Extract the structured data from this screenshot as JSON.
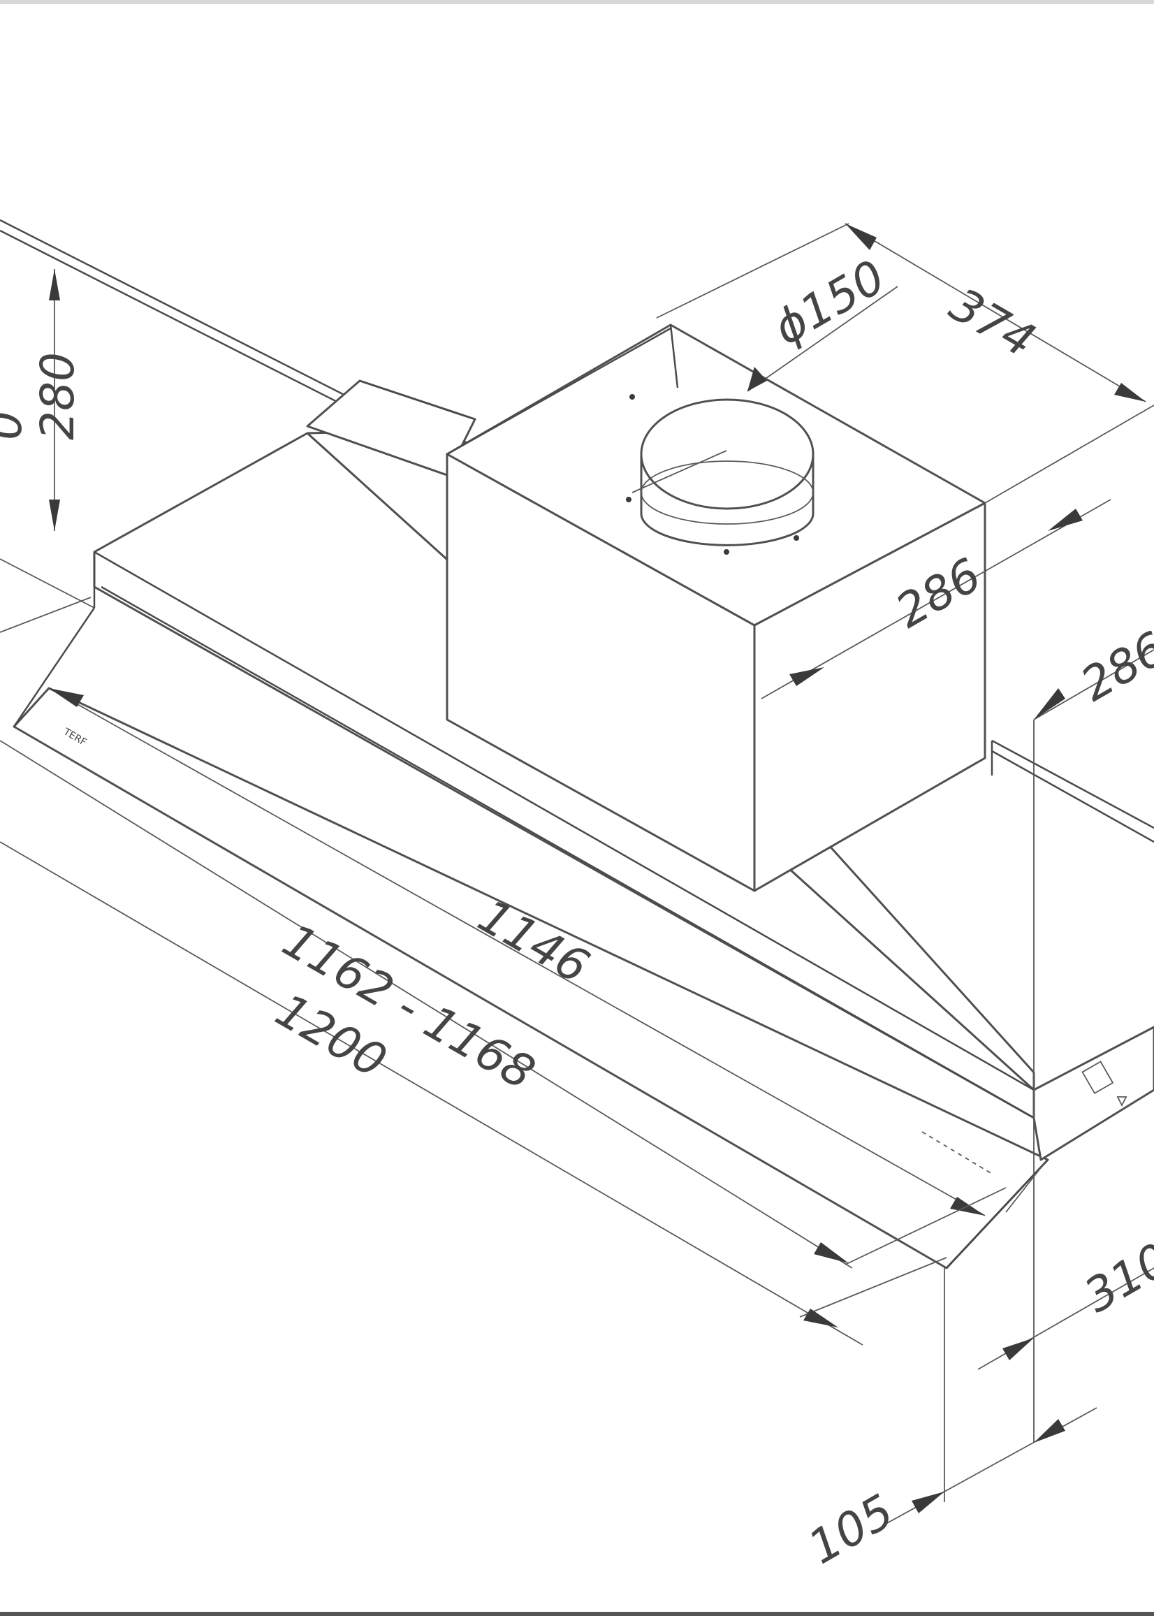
{
  "drawing": {
    "type": "isometric technical dimension drawing",
    "subject": "telescopic cooker hood",
    "line_color": "#4a4a4a",
    "dimensions": {
      "height_280": "280",
      "height_partial": "0",
      "duct_diameter": "ϕ150",
      "depth_374": "374",
      "depth_286_top": "286",
      "depth_286_side": "286",
      "width_1146": "1146",
      "width_1162_1168": "1162 - 1168",
      "width_1200": "1200",
      "depth_310": "310",
      "height_105": "105"
    }
  }
}
